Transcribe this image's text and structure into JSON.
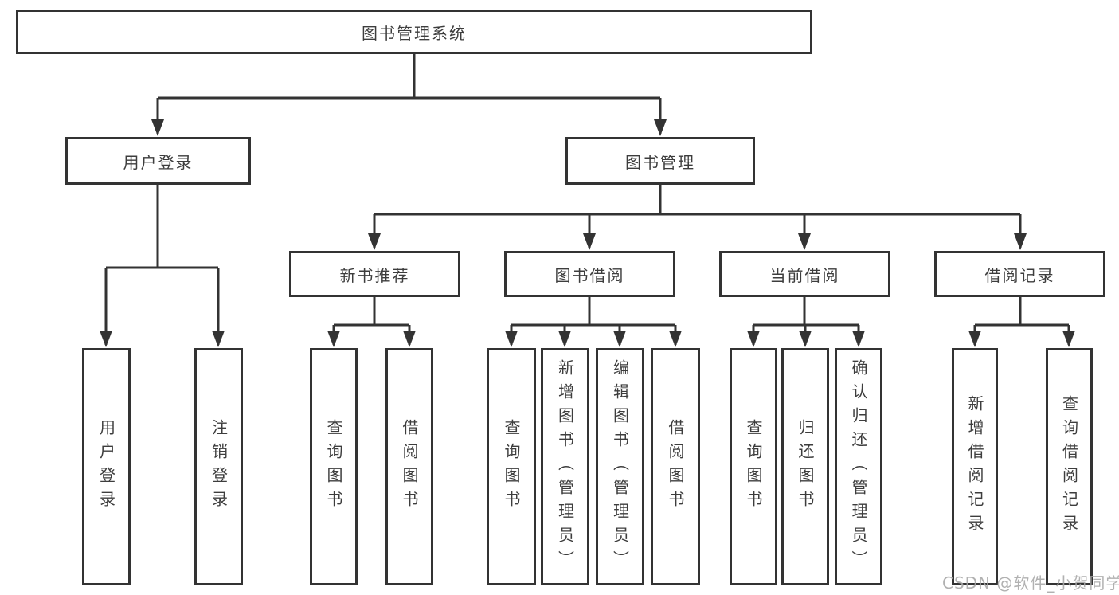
{
  "colors": {
    "line": "#333333",
    "text": "#3d3d3d",
    "watermark": "#a8a8a8",
    "background": "#ffffff"
  },
  "watermark": "CSDN @软件_小贺同学",
  "tree": {
    "root": {
      "label": "图书管理系统"
    },
    "branches": [
      {
        "label": "用户登录",
        "children": [
          {
            "label": "用户登录"
          },
          {
            "label": "注销登录"
          }
        ]
      },
      {
        "label": "图书管理",
        "children": [
          {
            "label": "新书推荐",
            "children": [
              {
                "label": "查询图书"
              },
              {
                "label": "借阅图书"
              }
            ]
          },
          {
            "label": "图书借阅",
            "children": [
              {
                "label": "查询图书"
              },
              {
                "label": "新增图书（管理员）"
              },
              {
                "label": "编辑图书（管理员）"
              },
              {
                "label": "借阅图书"
              }
            ]
          },
          {
            "label": "当前借阅",
            "children": [
              {
                "label": "查询图书"
              },
              {
                "label": "归还图书"
              },
              {
                "label": "确认归还（管理员）"
              }
            ]
          },
          {
            "label": "借阅记录",
            "children": [
              {
                "label": "新增借阅记录"
              },
              {
                "label": "查询借阅记录"
              }
            ]
          }
        ]
      }
    ]
  }
}
